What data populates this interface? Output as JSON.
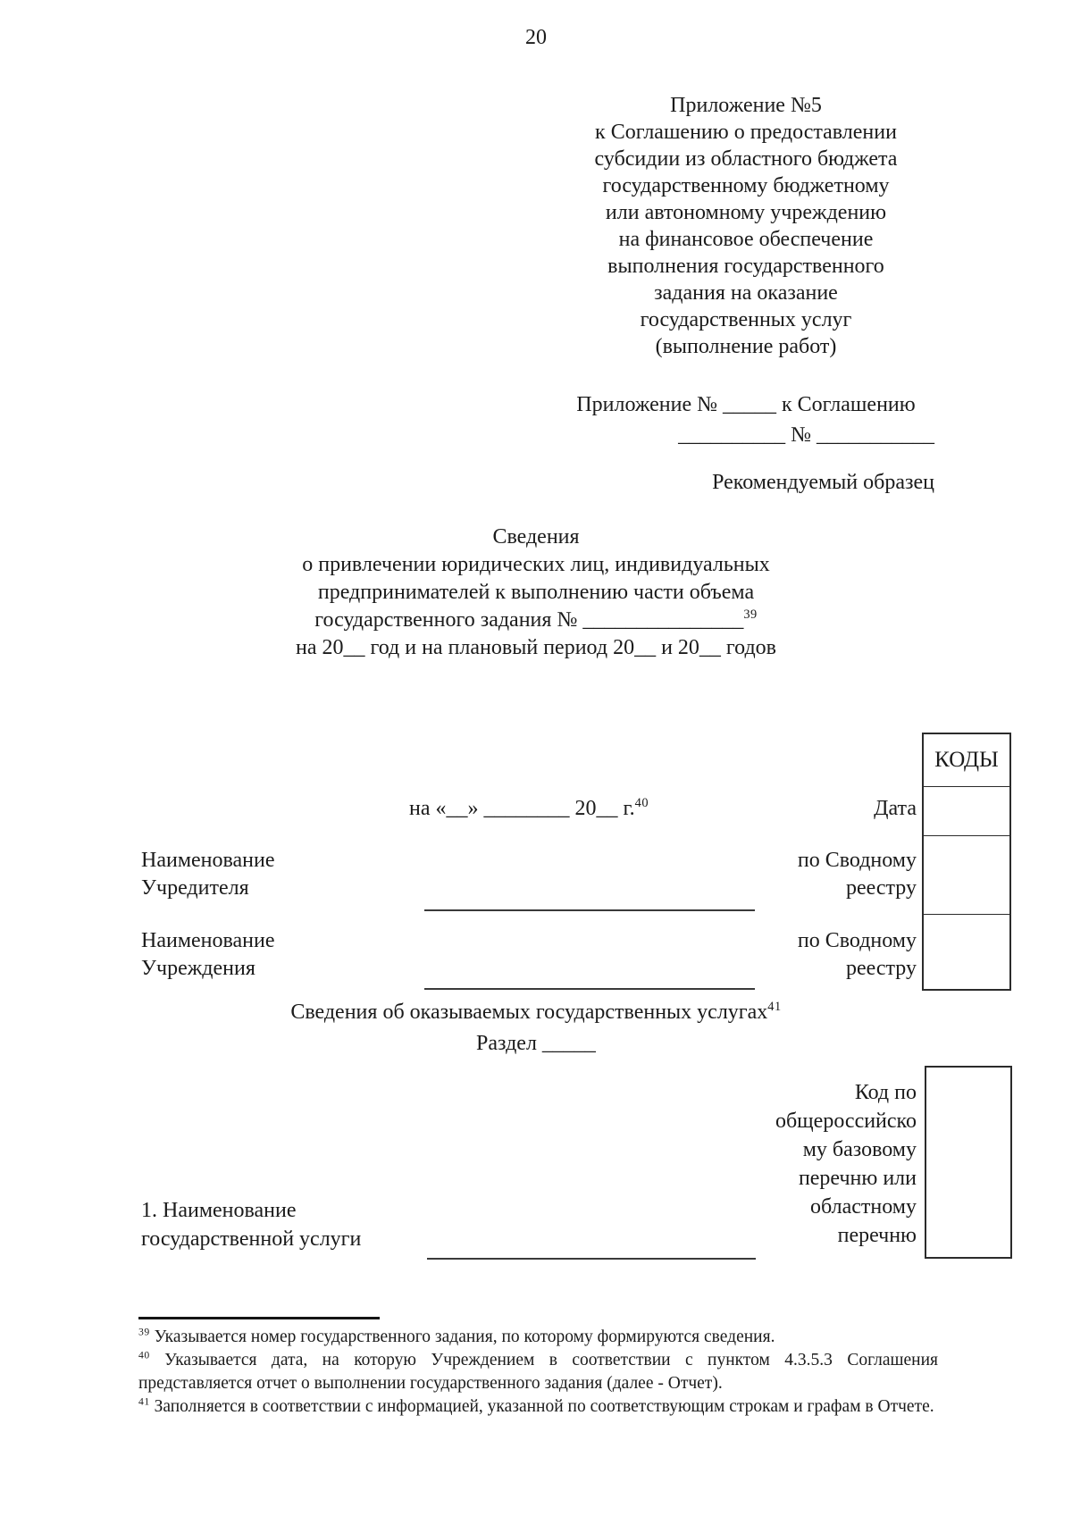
{
  "page": {
    "number": "20"
  },
  "appendix_block": {
    "lines": [
      "Приложение №5",
      "к Соглашению о предоставлении",
      "субсидии из областного бюджета",
      "государственному бюджетному",
      "или автономному учреждению",
      "на финансовое обеспечение",
      "выполнения государственного",
      "задания на оказание",
      "государственных услуг",
      "(выполнение работ)"
    ]
  },
  "appendix_ref": {
    "line1": "Приложение № _____ к Соглашению",
    "line2": "__________ № ___________"
  },
  "recommended_sample": "Рекомендуемый образец",
  "info_title": {
    "line1": "Сведения",
    "line2": "о привлечении юридических лиц, индивидуальных",
    "line3": "предпринимателей к выполнению части объема",
    "line4_text": "государственного задания № _______________",
    "line4_ref": "39",
    "line5": "на 20__ год и на плановый период 20__ и 20__ годов"
  },
  "date_line": {
    "text": "на «__» ________ 20__ г.",
    "ref": "40"
  },
  "codes_table": {
    "header": "КОДЫ",
    "date_label": "Дата",
    "registry1_line1": "по Сводному",
    "registry1_line2": "реестру",
    "registry2_line1": "по Сводному",
    "registry2_line2": "реестру"
  },
  "founder": {
    "line1": "Наименование",
    "line2": "Учредителя"
  },
  "institution": {
    "line1": "Наименование",
    "line2": "Учреждения"
  },
  "services_section": {
    "heading": "Сведения об оказываемых государственных услугах",
    "heading_ref": "41",
    "razdel": "Раздел _____"
  },
  "code_label": {
    "lines": [
      "Код по",
      "общероссийско",
      "му базовому",
      "перечню или",
      "областному",
      "перечню"
    ]
  },
  "service_name": {
    "line1": "1. Наименование",
    "line2": "государственной услуги"
  },
  "footnotes": [
    {
      "ref": "39",
      "text": "Указывается номер государственного задания, по которому формируются сведения."
    },
    {
      "ref": "40",
      "text": "Указывается дата, на которую Учреждением в соответствии с пунктом 4.3.5.3 Соглашения представляется отчет о выполнении государственного задания (далее - Отчет)."
    },
    {
      "ref": "41",
      "text": "Заполняется в соответствии с информацией, указанной по соответствующим строкам и графам в Отчете."
    }
  ]
}
